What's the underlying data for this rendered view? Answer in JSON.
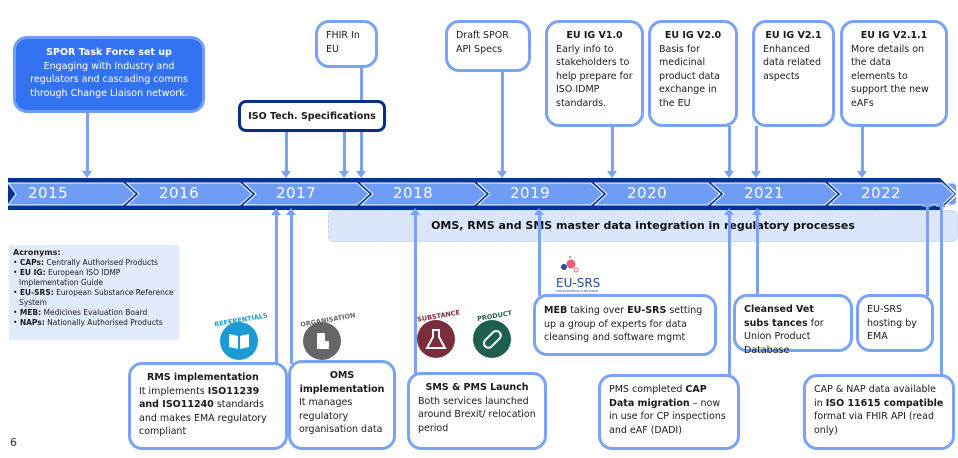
{
  "timeline": {
    "years": [
      "2015",
      "2016",
      "2017",
      "2018",
      "2019",
      "2020",
      "2021",
      "2022"
    ]
  },
  "band": {
    "label": "OMS, RMS and SMS master data integration in regulatory processes"
  },
  "top_events": {
    "spor_task_force": {
      "title": "SPOR Task Force set up",
      "body": "Engaging with Industry and regulators and cascading comms through Change Liaison network."
    },
    "iso_tech_spec": {
      "title": "ISO Tech. Specifications"
    },
    "fhir_eu": {
      "body": "FHIR In EU"
    },
    "draft_spor_api": {
      "body": "Draft SPOR API Specs"
    },
    "eu_ig_v1": {
      "title": "EU IG V1.0",
      "body": "Early info to stakeholders to help prepare for ISO IDMP standards."
    },
    "eu_ig_v2": {
      "title": "EU IG V2.0",
      "body": "Basis for medicinal product data exchange in the EU"
    },
    "eu_ig_v21": {
      "title": "EU IG V2.1",
      "body": "Enhanced data related aspects"
    },
    "eu_ig_v211": {
      "title": "EU IG V2.1.1",
      "body": "More details on the data elements to support the new eAFs"
    }
  },
  "bottom_events": {
    "rms": {
      "title": "RMS implementation",
      "t1": "It implements ",
      "b1": "ISO11239 and ISO11240",
      "t2": " standards and makes EMA regulatory compliant"
    },
    "oms": {
      "title": "OMS implementation",
      "body": "It manages regulatory organisation data"
    },
    "sms_pms": {
      "title": "SMS & PMS Launch",
      "body": "Both services launched around Brexit/ relocation period"
    },
    "meb": {
      "b1": "MEB",
      "t1": " taking over ",
      "b2": "EU-SRS",
      "t2": " setting up a group of experts for data cleansing and software mgmt"
    },
    "pms_cap": {
      "t1": "PMS completed ",
      "b1": "CAP Data migration",
      "t2": " – now in use for CP inspections and eAF (DADI)"
    },
    "vet": {
      "b1": "Cleansed Vet subs tances",
      "t1": " for Union Product Database"
    },
    "eusrs_hosting": {
      "body": "EU-SRS hosting by EMA"
    },
    "cap_nap": {
      "t1": "CAP & NAP data available in ",
      "b1": "ISO 11615 compatible",
      "t2": " format via FHIR API (read only)"
    }
  },
  "icons": {
    "referentials": {
      "label": "REFERENTIALS",
      "color": "#1c9ad6"
    },
    "organisation": {
      "label": "ORGANISATION",
      "color": "#666666"
    },
    "substance": {
      "label": "SUBSTANCE",
      "color": "#7a2d3c"
    },
    "product": {
      "label": "PRODUCT",
      "color": "#1f5f4f"
    },
    "eusrs_logo": {
      "label": "EU-SRS",
      "sub": "THE EUROPEAN SUBSTANCE REGISTRATION SYSTEM"
    }
  },
  "acronyms": {
    "title": "Acronyms:",
    "items": [
      {
        "key": "CAPs:",
        "value": "Centrally Authorised Products"
      },
      {
        "key": "EU IG:",
        "value": "European ISO IDMP Implementation Guide"
      },
      {
        "key": "EU-SRS:",
        "value": "European Substance Reference System"
      },
      {
        "key": "MEB:",
        "value": "Medicines Evaluation Board"
      },
      {
        "key": "NAPs:",
        "value": "Nationally Authorised Products"
      }
    ]
  },
  "page_number": "6",
  "colors": {
    "accent": "#7aa3f5",
    "dark": "#003399",
    "task_force": "#3373f2"
  }
}
